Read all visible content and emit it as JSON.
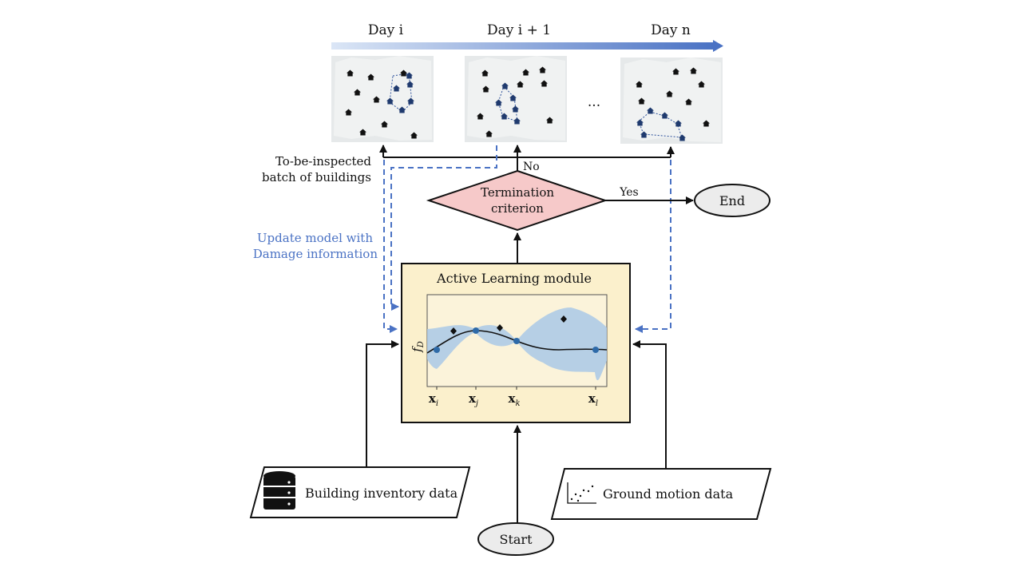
{
  "timeline": {
    "day1": "Day  i",
    "day2": "Day  i + 1",
    "day3": "Day  n",
    "ellipsis": "..."
  },
  "labels": {
    "to_be_inspected_1": "To-be-inspected",
    "to_be_inspected_2": "batch of buildings",
    "update_model_1": "Update model with",
    "update_model_2": "Damage information",
    "no": "No",
    "yes": "Yes"
  },
  "nodes": {
    "termination_1": "Termination",
    "termination_2": "criterion",
    "end": "End",
    "start": "Start",
    "module_title": "Active Learning module",
    "building_inventory": "Building inventory data",
    "ground_motion": "Ground motion data"
  },
  "plot": {
    "ylabel": "f",
    "ylabel_sub": "D",
    "x_labels": [
      {
        "main": "x",
        "sub": "i"
      },
      {
        "main": "x",
        "sub": "j"
      },
      {
        "main": "x",
        "sub": "k"
      },
      {
        "main": "x",
        "sub": "l"
      }
    ]
  },
  "colors": {
    "arrow": "#111111",
    "dashed": "#4a72c4",
    "termination_fill": "#f6c9c9",
    "module_fill": "#fbf0cc",
    "plot_bg": "#fbf3da",
    "band": "#a9c8e6",
    "point": "#2e6aa8",
    "map_bg": "#e6e9ea"
  }
}
